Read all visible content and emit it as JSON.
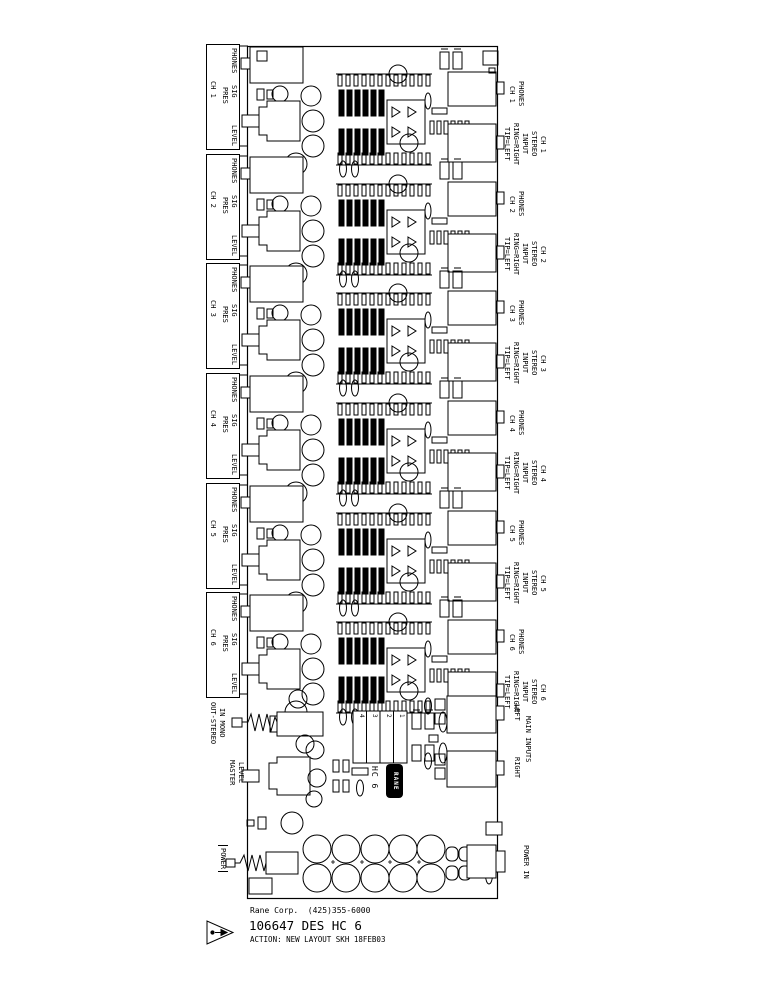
{
  "drawing": {
    "company_line": "Rane Corp.  (425)355-6000",
    "part_line": "106647 DES HC 6",
    "action_line": "ACTION: NEW LAYOUT SKH 18FEB03"
  },
  "panel": {
    "phones": "PHONES",
    "sig": "SIG",
    "pres": "PRES",
    "level": "LEVEL"
  },
  "channels": [
    {
      "ch": "CH 1"
    },
    {
      "ch": "CH 2"
    },
    {
      "ch": "CH 3"
    },
    {
      "ch": "CH 4"
    },
    {
      "ch": "CH 5"
    },
    {
      "ch": "CH 6"
    }
  ],
  "rear": {
    "phones": "PHONES",
    "stereo": "STEREO",
    "input": "INPUT",
    "ring": "RING=RIGHT",
    "tip": "TIP=LEFT"
  },
  "master": {
    "out_stereo": "OUT-STEREO",
    "in_mono": "IN MONO",
    "master": "MASTER",
    "level": "LEVEL",
    "power": "POWER"
  },
  "io": {
    "main_inputs": "MAIN INPUTS",
    "left": "LEFT",
    "right": "RIGHT",
    "power_in": "POWER IN"
  },
  "dip": {
    "numbers": [
      "4",
      "3",
      "2",
      "1"
    ]
  },
  "silkscreen": {
    "model": "HC 6",
    "logo": "RANE"
  }
}
